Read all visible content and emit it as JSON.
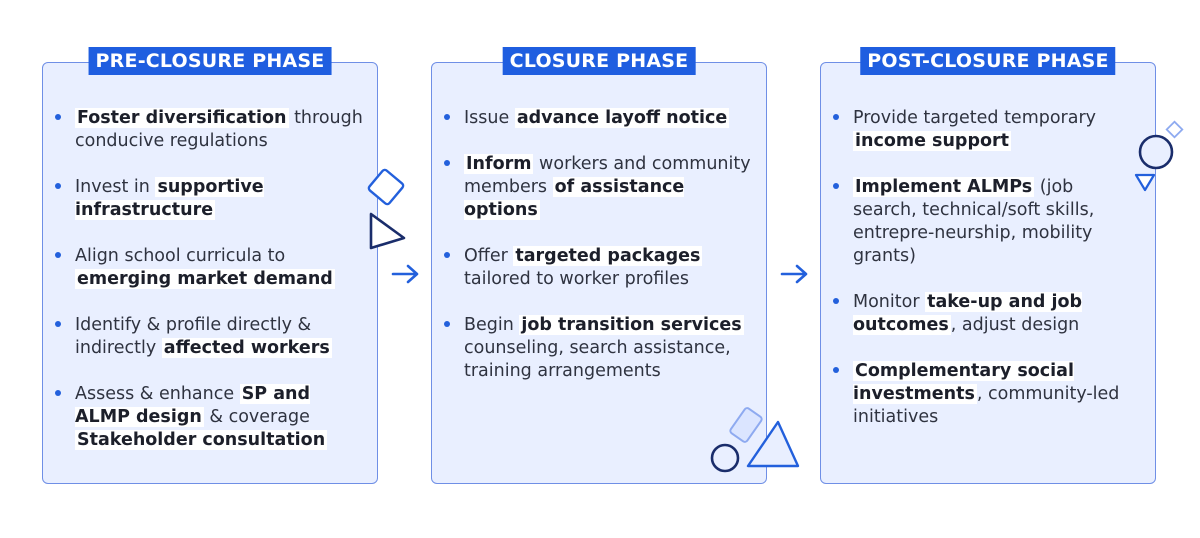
{
  "colors": {
    "accent": "#1f5ee0",
    "card_fill": "#e9efff",
    "card_border": "#6f8fe6",
    "deco_dark": "#1a2d6b"
  },
  "phases": [
    {
      "title": "PRE-CLOSURE PHASE",
      "items": [
        [
          {
            "t": "Foster diversification",
            "b": true
          },
          {
            "t": " through conducive regulations",
            "b": false
          }
        ],
        [
          {
            "t": "Invest in ",
            "b": false
          },
          {
            "t": "supportive infrastructure",
            "b": true
          }
        ],
        [
          {
            "t": "Align school curricula to ",
            "b": false
          },
          {
            "t": "emerging market demand",
            "b": true
          }
        ],
        [
          {
            "t": "Identify & profile directly & indirectly ",
            "b": false
          },
          {
            "t": "affected workers",
            "b": true
          }
        ],
        [
          {
            "t": "Assess & enhance ",
            "b": false
          },
          {
            "t": "SP and ALMP design",
            "b": true
          },
          {
            "t": " & coverage ",
            "b": false
          },
          {
            "t": "Stakeholder consultation",
            "b": true
          }
        ]
      ]
    },
    {
      "title": "CLOSURE PHASE",
      "items": [
        [
          {
            "t": "Issue ",
            "b": false
          },
          {
            "t": "advance layoff notice",
            "b": true
          }
        ],
        [
          {
            "t": "Inform",
            "b": true
          },
          {
            "t": " workers and community members ",
            "b": false
          },
          {
            "t": "of assistance options",
            "b": true
          }
        ],
        [
          {
            "t": "Offer ",
            "b": false
          },
          {
            "t": "targeted packages",
            "b": true
          },
          {
            "t": " tailored to worker profiles",
            "b": false
          }
        ],
        [
          {
            "t": "Begin ",
            "b": false
          },
          {
            "t": "job transition services",
            "b": true
          },
          {
            "t": " counseling, search assistance, training arrangements",
            "b": false
          }
        ]
      ]
    },
    {
      "title": "POST-CLOSURE PHASE",
      "items": [
        [
          {
            "t": "Provide targeted temporary ",
            "b": false
          },
          {
            "t": "income support",
            "b": true
          }
        ],
        [
          {
            "t": "Implement ALMPs",
            "b": true
          },
          {
            "t": " (job search, technical/soft skills, entrepre-neurship, mobility grants)",
            "b": false
          }
        ],
        [
          {
            "t": "Monitor ",
            "b": false
          },
          {
            "t": "take-up and job outcomes",
            "b": true
          },
          {
            "t": ", adjust design",
            "b": false
          }
        ],
        [
          {
            "t": "Complementary social investments",
            "b": true
          },
          {
            "t": ", community-led initiatives",
            "b": false
          }
        ]
      ]
    }
  ]
}
